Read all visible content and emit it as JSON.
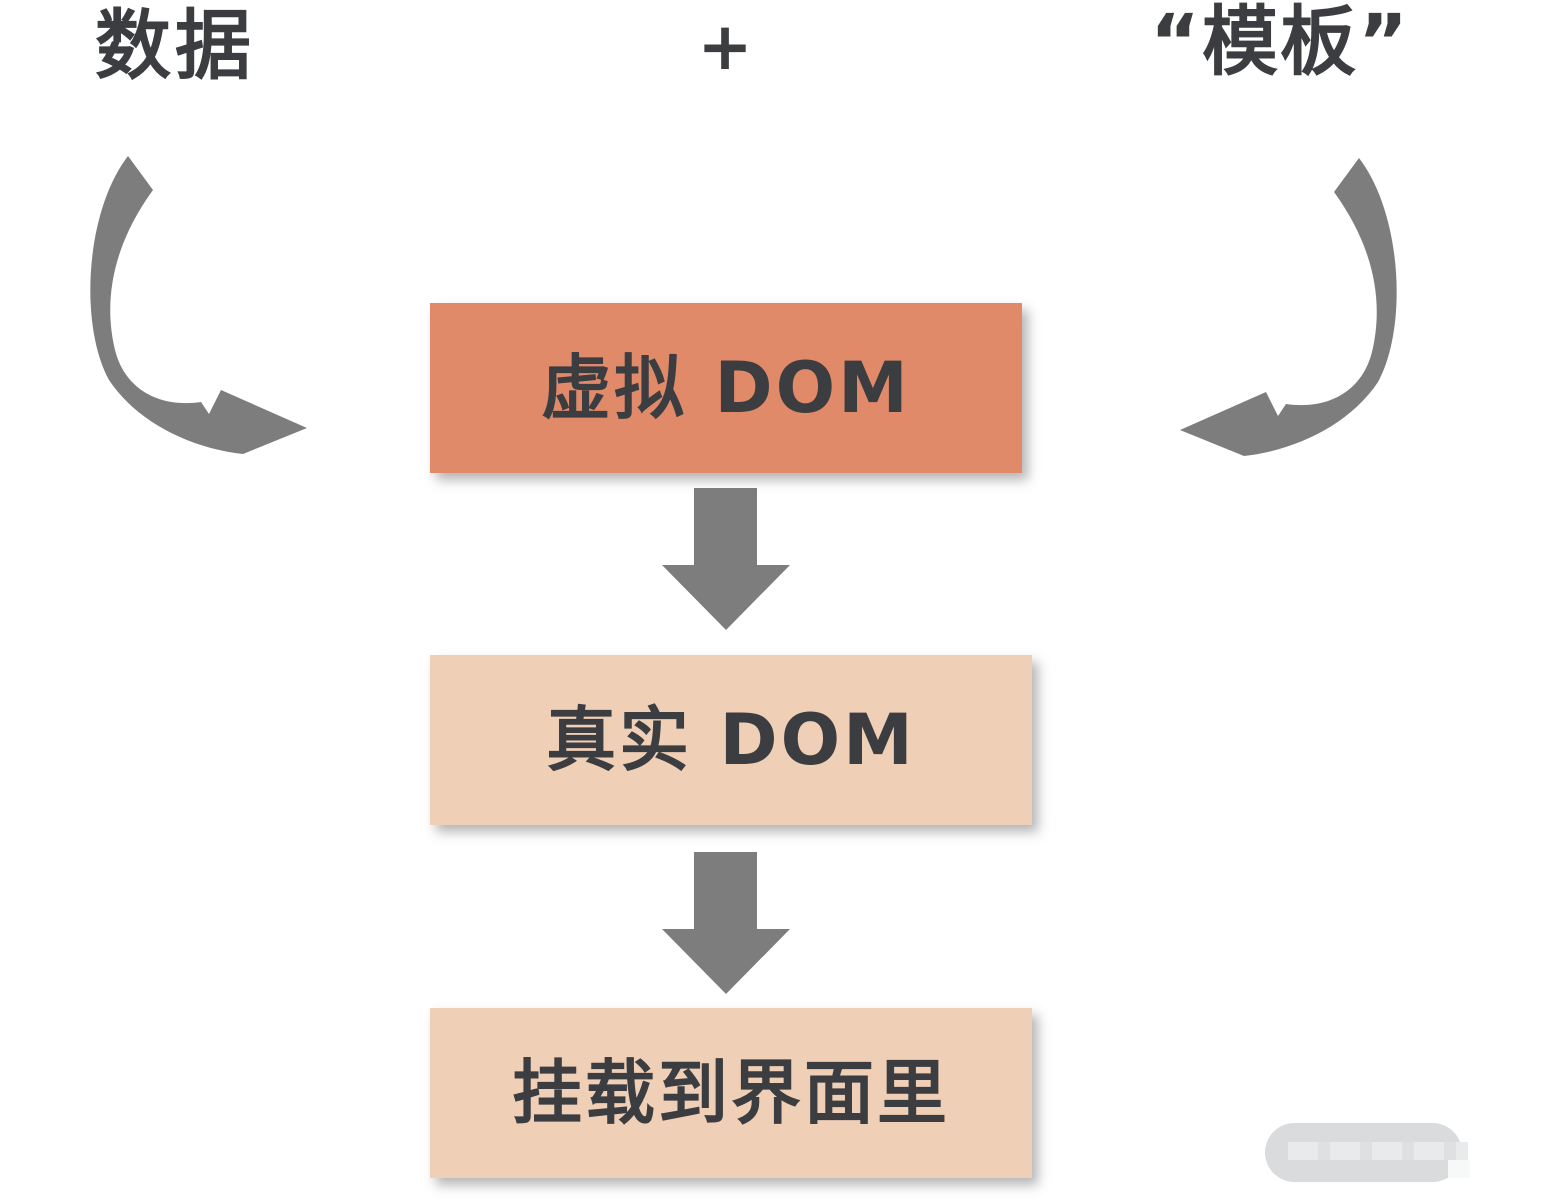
{
  "diagram": {
    "top_labels": {
      "data": "数据",
      "plus": "+",
      "template": "“模板”"
    },
    "nodes": [
      {
        "id": "virtual-dom",
        "label": "虚拟 DOM",
        "fill": "#e08a6a"
      },
      {
        "id": "real-dom",
        "label": "真实 DOM",
        "fill": "#f0cfb7"
      },
      {
        "id": "mount",
        "label": "挂载到界面里",
        "fill": "#f0cfb7"
      }
    ],
    "icons": {
      "curved_left": "curved-swoosh-arrow-down-right",
      "curved_right": "curved-swoosh-arrow-down-left",
      "down": "block-arrow-down"
    },
    "colors": {
      "text": "#3b3d40",
      "arrow": "#7d7d7d",
      "node_accent": "#e08a6a",
      "node_light": "#f0cfb7",
      "watermark_pill": "#dadbdc",
      "watermark_band_light": "#e9eaeb",
      "watermark_band_dark": "#dfe0e1",
      "watermark_white": "#f7f8f8"
    }
  }
}
